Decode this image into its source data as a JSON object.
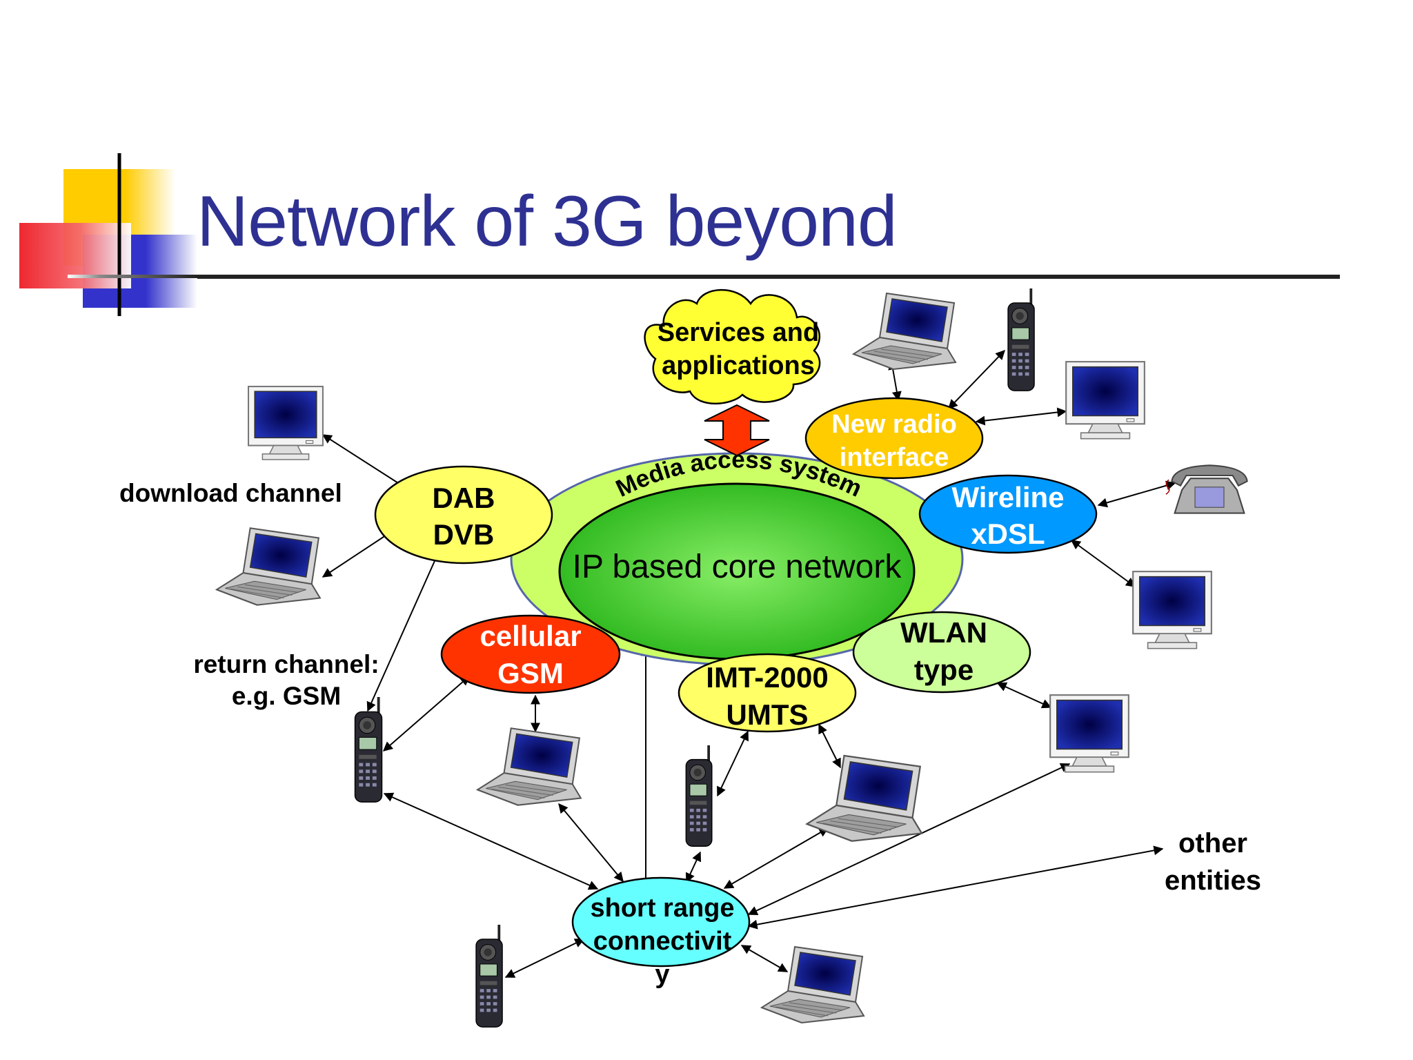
{
  "slide": {
    "title": "Network of 3G beyond",
    "colors": {
      "title": "#2E3192",
      "deco_yellow": "#FFCC00",
      "deco_red": "#EE1C25",
      "deco_blue": "#3333CC",
      "core_outer": "#CCFF66",
      "core_inner": "#33CC33",
      "dab": "#FFFF66",
      "new_radio": "#FFCC00",
      "wireline": "#0099FF",
      "cellular": "#FF3300",
      "imt": "#FFFF66",
      "wlan": "#CCFF99",
      "short_range": "#66FFFF",
      "cloud": "#FFFF33",
      "arrow": "#FF3300"
    }
  },
  "diagram": {
    "cloud": {
      "line1": "Services and",
      "line2": "applications"
    },
    "core": {
      "outer_label": "Media access system",
      "inner_label": "IP based core network"
    },
    "nodes": {
      "dab": {
        "line1": "DAB",
        "line2": "DVB"
      },
      "new_radio": {
        "line1": "New radio",
        "line2": "interface"
      },
      "wireline": {
        "line1": "Wireline",
        "line2": "xDSL"
      },
      "cellular": {
        "line1": "cellular",
        "line2": "GSM"
      },
      "imt": {
        "line1": "IMT-2000",
        "line2": "UMTS"
      },
      "wlan": {
        "line1": "WLAN",
        "line2": "type"
      },
      "short_range": {
        "line1": "short range",
        "line2": "connectivit",
        "line3": "y"
      }
    },
    "labels": {
      "download": "download channel",
      "return1": "return channel:",
      "return2": "e.g. GSM",
      "other1": "other",
      "other2": "entities"
    },
    "device_icons": [
      "monitor-icon",
      "laptop-icon",
      "mobile-phone-icon",
      "telephone-icon"
    ]
  }
}
